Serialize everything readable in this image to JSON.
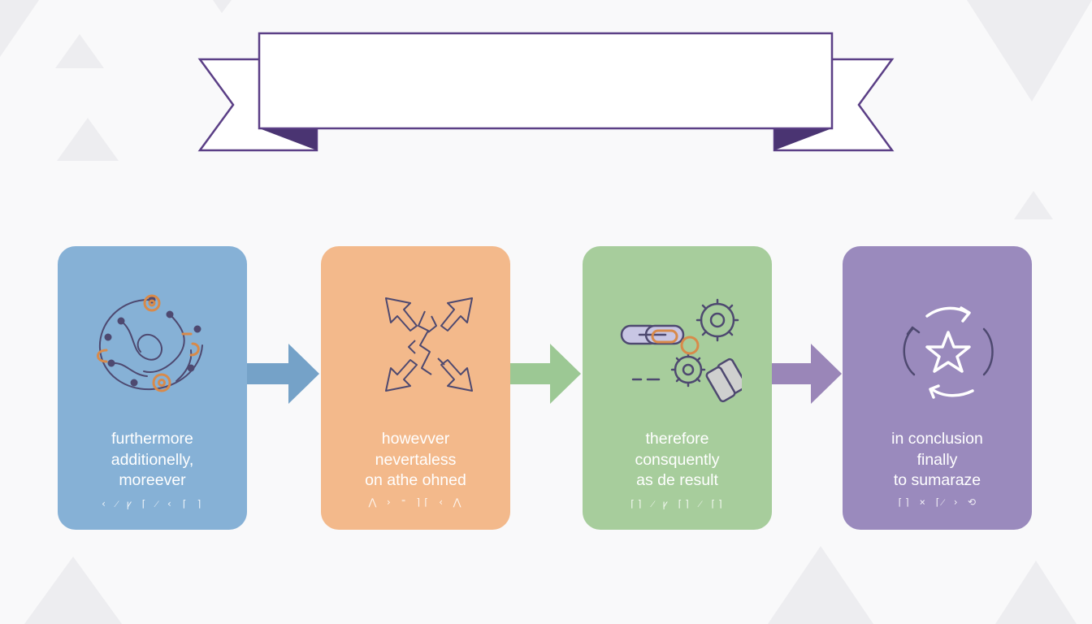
{
  "banner": {
    "title": ""
  },
  "colors": {
    "background": "#f9f9fa",
    "banner_stroke": "#5b3f86",
    "banner_fold": "#4a3472",
    "icon_stroke": "#4e4970",
    "icon_accent": "#d88a4a",
    "card_text": "#ffffff"
  },
  "steps": [
    {
      "color": "#86b1d6",
      "arrow_color": "#75a2c8",
      "icon": "network-gears-icon",
      "lines": [
        "furthermore",
        "additionelly,",
        "moreever"
      ],
      "glyphs": "‹ ⁄ ꝩ ⌈ ⁄ ‹ ⌈ ⌉"
    },
    {
      "color": "#f3b98b",
      "arrow_color": "#9cc894",
      "icon": "diverging-arrows-icon",
      "lines": [
        "howevver",
        "nevertaless",
        "on athe ohned"
      ],
      "glyphs": "⋀ › ⁼ ⌉⌈ ‹ ⋀"
    },
    {
      "color": "#a7cd9c",
      "arrow_color": "#9a86b8",
      "icon": "chain-gears-icon",
      "lines": [
        "therefore",
        "consquently",
        "as de result"
      ],
      "glyphs": "⌈⌉ ⁄ ꝩ ⌈⌉ ⁄ ⌈⌉"
    },
    {
      "color": "#9a8abd",
      "arrow_color": null,
      "icon": "cycle-star-icon",
      "lines": [
        "in conclusion",
        "finally",
        "to sumaraze"
      ],
      "glyphs": "⌈⌉ × ⌈⁄ › ⟲"
    }
  ]
}
